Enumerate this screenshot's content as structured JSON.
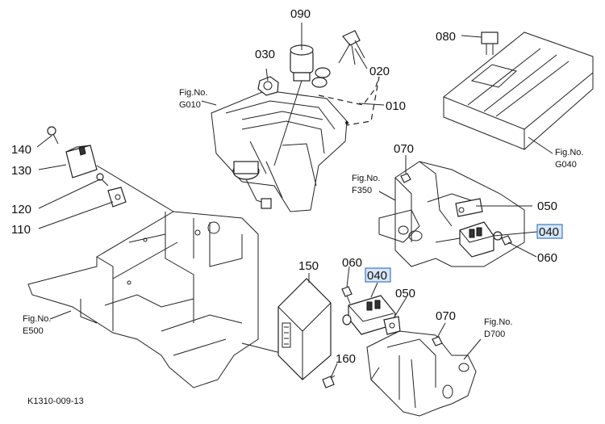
{
  "callouts": {
    "p090": "090",
    "p080": "080",
    "p030": "030",
    "p020": "020",
    "p010": "010",
    "p140": "140",
    "p130": "130",
    "p120": "120",
    "p110": "110",
    "p070_top": "070",
    "p050_top": "050",
    "p040_right": "040",
    "p060_right": "060",
    "p150": "150",
    "p060_mid": "060",
    "p040_mid": "040",
    "p050_mid": "050",
    "p070_bottom": "070",
    "p160": "160"
  },
  "fig_refs": {
    "g010": {
      "label": "Fig.No.",
      "code": "G010"
    },
    "g040": {
      "label": "Fig.No.",
      "code": "G040"
    },
    "f350": {
      "label": "Fig.No.",
      "code": "F350"
    },
    "e500": {
      "label": "Fig.No.",
      "code": "E500"
    },
    "d700": {
      "label": "Fig.No.",
      "code": "D700"
    }
  },
  "drawing_code": "K1310-009-13",
  "colors": {
    "line": "#222222",
    "highlight_fill": "#d6e6f7",
    "highlight_border": "#3b78c4"
  }
}
